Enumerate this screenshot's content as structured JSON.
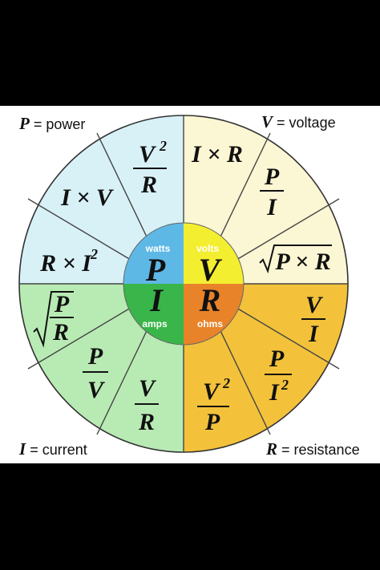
{
  "labels": {
    "power": {
      "symbol": "P",
      "text": "= power"
    },
    "voltage": {
      "symbol": "V",
      "text": "= voltage"
    },
    "current": {
      "symbol": "I",
      "text": "= current"
    },
    "resistance": {
      "symbol": "R",
      "text": "= resistance"
    }
  },
  "center": {
    "power": {
      "unit": "watts",
      "symbol": "P"
    },
    "voltage": {
      "unit": "volts",
      "symbol": "V"
    },
    "current": {
      "unit": "amps",
      "symbol": "I"
    },
    "resistance": {
      "unit": "ohms",
      "symbol": "R"
    }
  },
  "formulas": {
    "power": [
      "V²/R",
      "I × V",
      "R × I²"
    ],
    "voltage": [
      "I × R",
      "P/I",
      "√(P × R)"
    ],
    "current": [
      "√(P/R)",
      "P/V",
      "V/R"
    ],
    "resistance": [
      "V/I",
      "P/I²",
      "V²/P"
    ]
  },
  "colors": {
    "power": "#d7f1f7",
    "voltage": "#fbf6d3",
    "current": "#b8ebb4",
    "resistance": "#f3c23a",
    "center_power": "#5eb8e6",
    "center_voltage": "#f4ee30",
    "center_current": "#39b54a",
    "center_resistance": "#e8832a"
  }
}
